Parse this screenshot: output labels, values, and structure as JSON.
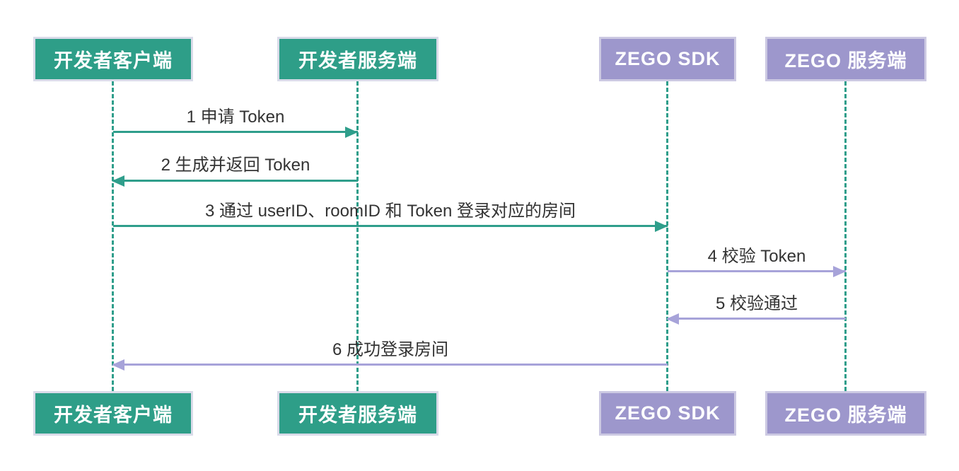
{
  "diagram": {
    "type": "sequence",
    "background": "#ffffff",
    "colors": {
      "actor_teal": "#2e9e88",
      "actor_purple": "#9d97cc",
      "arrow_teal": "#2f9e8b",
      "arrow_purple": "#a7a3d9",
      "lifeline": "#2f9e8b",
      "label_text": "#333333",
      "actor_text": "#ffffff"
    },
    "participants": [
      {
        "id": "dev-client",
        "label": "开发者客户端",
        "color": "teal"
      },
      {
        "id": "dev-server",
        "label": "开发者服务端",
        "color": "teal"
      },
      {
        "id": "zego-sdk",
        "label": "ZEGO SDK",
        "color": "purple"
      },
      {
        "id": "zego-server",
        "label": "ZEGO 服务端",
        "color": "purple"
      }
    ],
    "messages": [
      {
        "seq": 1,
        "label": "1 申请 Token",
        "from": "dev-client",
        "to": "dev-server",
        "direction": "right",
        "color": "teal"
      },
      {
        "seq": 2,
        "label": "2 生成并返回 Token",
        "from": "dev-server",
        "to": "dev-client",
        "direction": "left",
        "color": "teal"
      },
      {
        "seq": 3,
        "label": "3 通过 userID、roomID 和 Token 登录对应的房间",
        "from": "dev-client",
        "to": "zego-sdk",
        "direction": "right",
        "color": "teal"
      },
      {
        "seq": 4,
        "label": "4 校验 Token",
        "from": "zego-sdk",
        "to": "zego-server",
        "direction": "right",
        "color": "purple"
      },
      {
        "seq": 5,
        "label": "5 校验通过",
        "from": "zego-server",
        "to": "zego-sdk",
        "direction": "left",
        "color": "purple"
      },
      {
        "seq": 6,
        "label": "6 成功登录房间",
        "from": "zego-sdk",
        "to": "dev-client",
        "direction": "left",
        "color": "purple"
      }
    ]
  }
}
